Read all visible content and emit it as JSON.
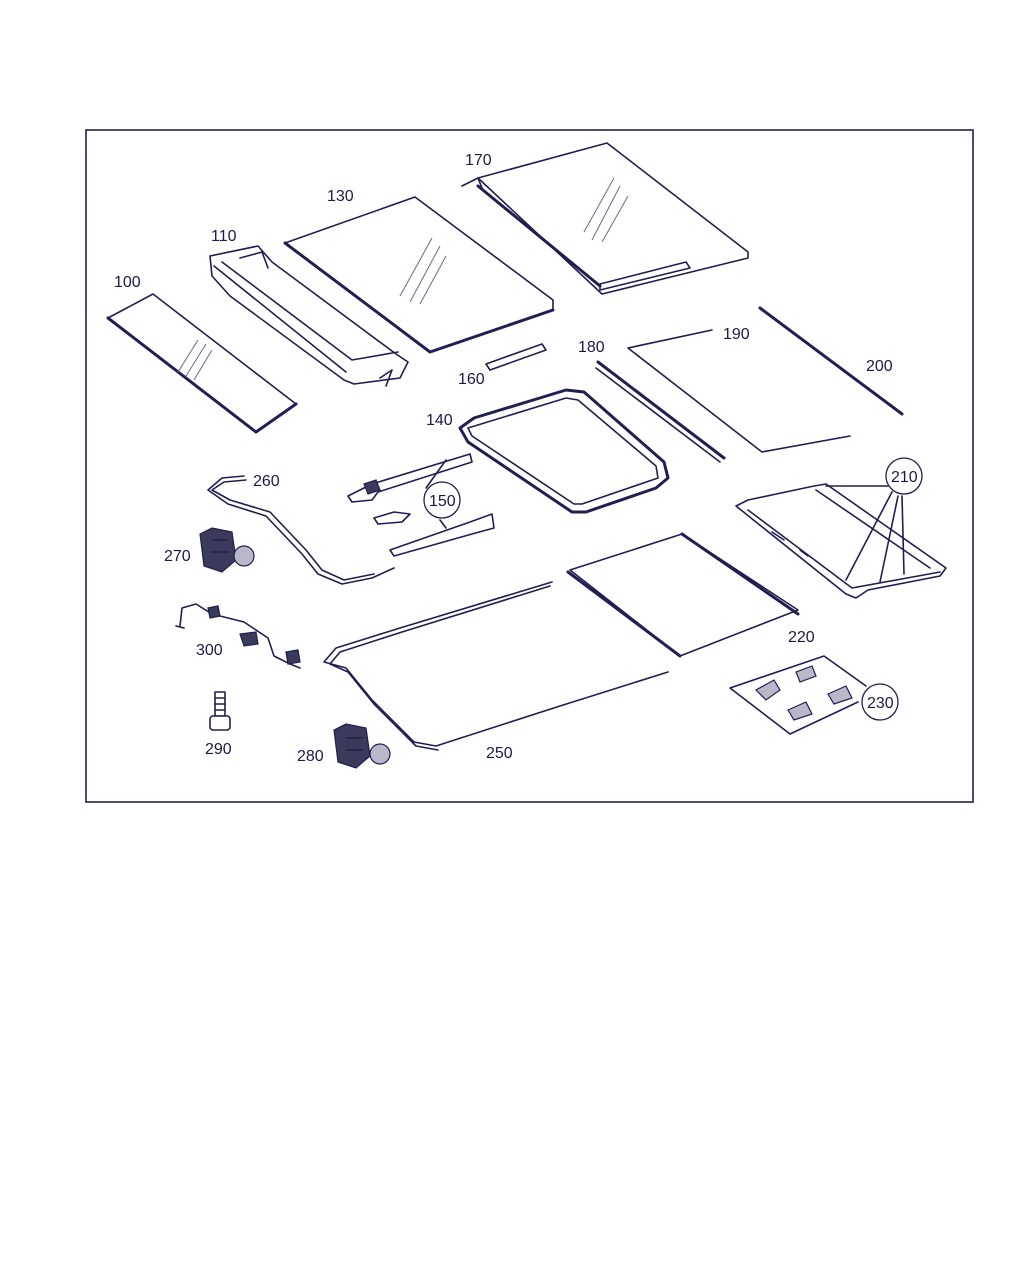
{
  "diagram": {
    "callouts": {
      "p100": "100",
      "p110": "110",
      "p130": "130",
      "p140": "140",
      "p150": "150",
      "p160": "160",
      "p170": "170",
      "p180": "180",
      "p190": "190",
      "p200": "200",
      "p210": "210",
      "p220": "220",
      "p230": "230",
      "p250": "250",
      "p260": "260",
      "p270": "270",
      "p280": "280",
      "p290": "290",
      "p300": "300"
    }
  }
}
